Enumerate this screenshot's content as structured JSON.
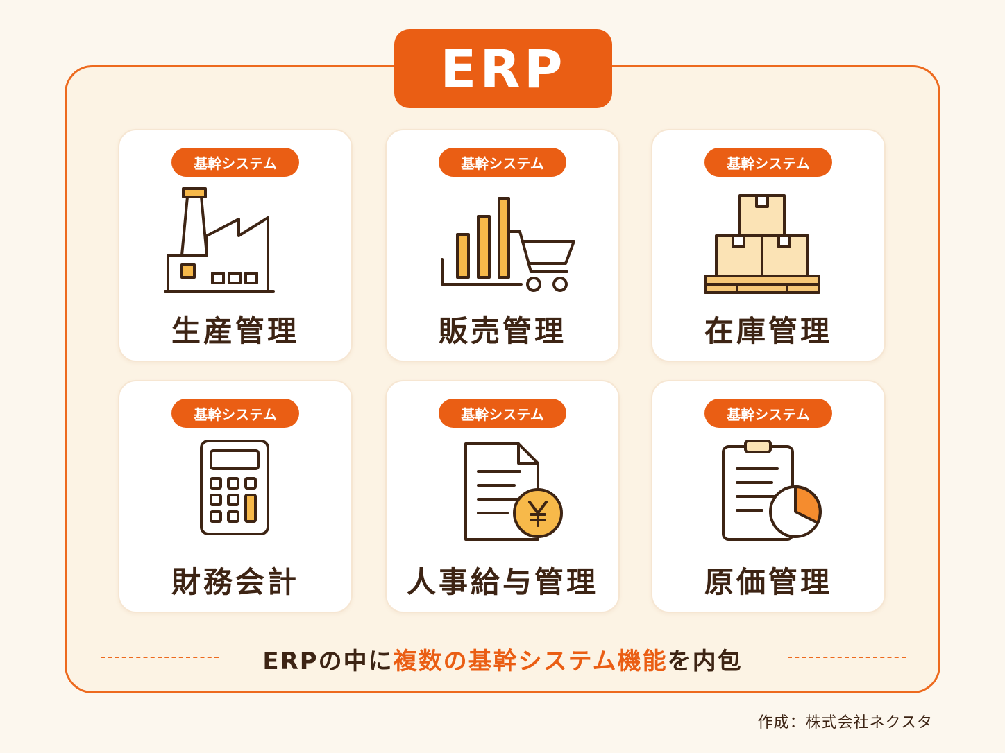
{
  "title": "ERP",
  "cards": [
    {
      "badge": "基幹システム",
      "label": "生産管理",
      "icon": "factory-icon"
    },
    {
      "badge": "基幹システム",
      "label": "販売管理",
      "icon": "sales-chart-cart-icon"
    },
    {
      "badge": "基幹システム",
      "label": "在庫管理",
      "icon": "stacked-boxes-icon"
    },
    {
      "badge": "基幹システム",
      "label": "財務会計",
      "icon": "calculator-icon"
    },
    {
      "badge": "基幹システム",
      "label": "人事給与管理",
      "icon": "payroll-document-yen-icon"
    },
    {
      "badge": "基幹システム",
      "label": "原価管理",
      "icon": "clipboard-pie-chart-icon"
    }
  ],
  "tagline": {
    "prefix": "ERPの中に",
    "highlight": "複数の基幹システム機能",
    "suffix": "を内包"
  },
  "credit": "作成：株式会社ネクスタ",
  "colors": {
    "accent": "#ea5e14",
    "text": "#3d2414",
    "background": "#fcf7ee",
    "icon_fill": "#f7b94a"
  }
}
